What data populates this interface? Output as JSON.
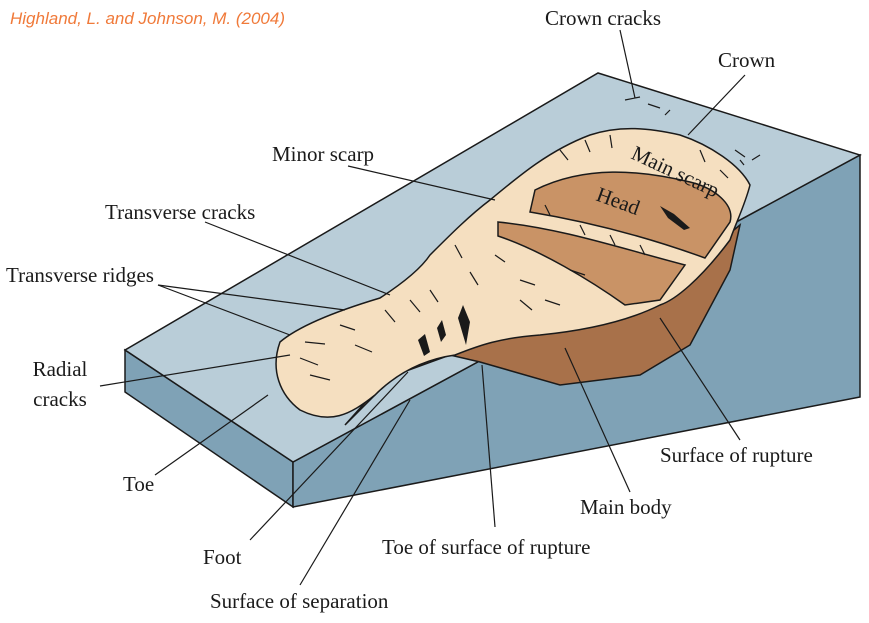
{
  "credit": "Highland, L. and Johnson, M. (2004)",
  "labels": {
    "crown_cracks": "Crown cracks",
    "crown": "Crown",
    "minor_scarp": "Minor scarp",
    "main_scarp": "Main scarp",
    "head": "Head",
    "transverse_cracks": "Transverse cracks",
    "transverse_ridges": "Transverse ridges",
    "radial_cracks_line1": "Radial",
    "radial_cracks_line2": "cracks",
    "toe": "Toe",
    "surface_of_rupture": "Surface of rupture",
    "main_body": "Main body",
    "foot": "Foot",
    "toe_of_surface_of_rupture": "Toe of surface of rupture",
    "surface_of_separation": "Surface of separation"
  },
  "colors": {
    "slope_top": "#b9cdd8",
    "block_side": "#7fa2b6",
    "rupture_body": "#a8714a",
    "head_block": "#c99366",
    "displaced_material": "#f5dfc0",
    "outline": "#1a1a1a",
    "credit": "#f07a3a"
  }
}
